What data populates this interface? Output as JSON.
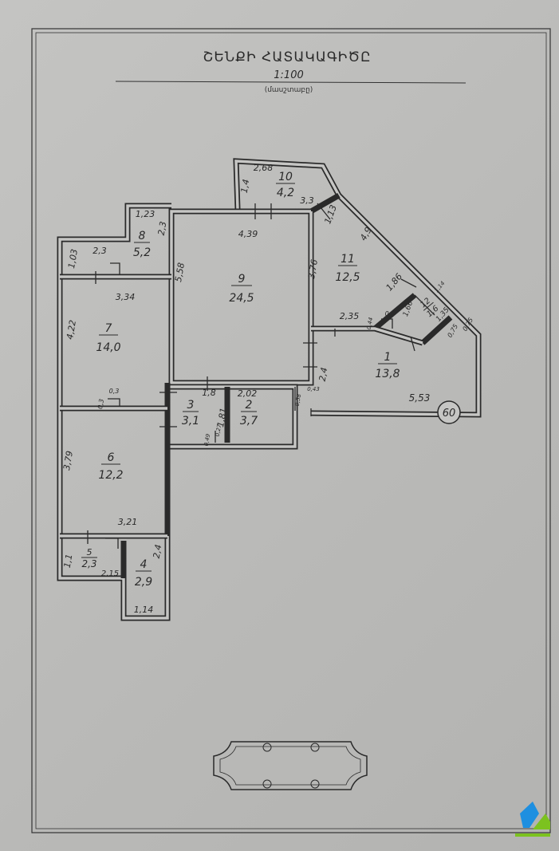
{
  "header": {
    "title": "ՇԵՆՔԻ ՀԱՏԱԿԱԳԻԾԸ",
    "scale": "1:100",
    "scale_caption": "(մասշտաբը)"
  },
  "plan_marker": "60",
  "rooms": [
    {
      "number": "1",
      "area": "13,8"
    },
    {
      "number": "2",
      "area": "3,7"
    },
    {
      "number": "3",
      "area": "3,1"
    },
    {
      "number": "4",
      "area": "2,9"
    },
    {
      "number": "5",
      "area": "2,3"
    },
    {
      "number": "6",
      "area": "12,2"
    },
    {
      "number": "7",
      "area": "14,0"
    },
    {
      "number": "8",
      "area": "5,2"
    },
    {
      "number": "9",
      "area": "24,5"
    },
    {
      "number": "10",
      "area": "4,2"
    },
    {
      "number": "11",
      "area": "12,5"
    },
    {
      "number": "12",
      "area": "1,6"
    }
  ],
  "dimensions": [
    "2,68",
    "1,4",
    "3,3",
    "1,13",
    "4,39",
    "1,23",
    "2,3",
    "2,3",
    "1,03",
    "5,58",
    "3,76",
    "4,9",
    "3,34",
    "4,22",
    "1,86",
    "2,35",
    "0,4",
    "0,44",
    "1,66",
    "1,35",
    "0,75",
    "0,75",
    "0,3",
    "0,3",
    "2,4",
    "1,8",
    "2,02",
    "1,81",
    "0,27",
    "0,49",
    "0,58",
    "0,43",
    "5,53",
    "3,79",
    "3,21",
    "1,1",
    "2,15",
    "2,4",
    "1,14",
    "1,14"
  ],
  "colors": {
    "paper": "#c4c4c2",
    "ink": "#2a2a2a",
    "logo_blue": "#1e8fe0",
    "logo_green": "#7cc21f"
  }
}
